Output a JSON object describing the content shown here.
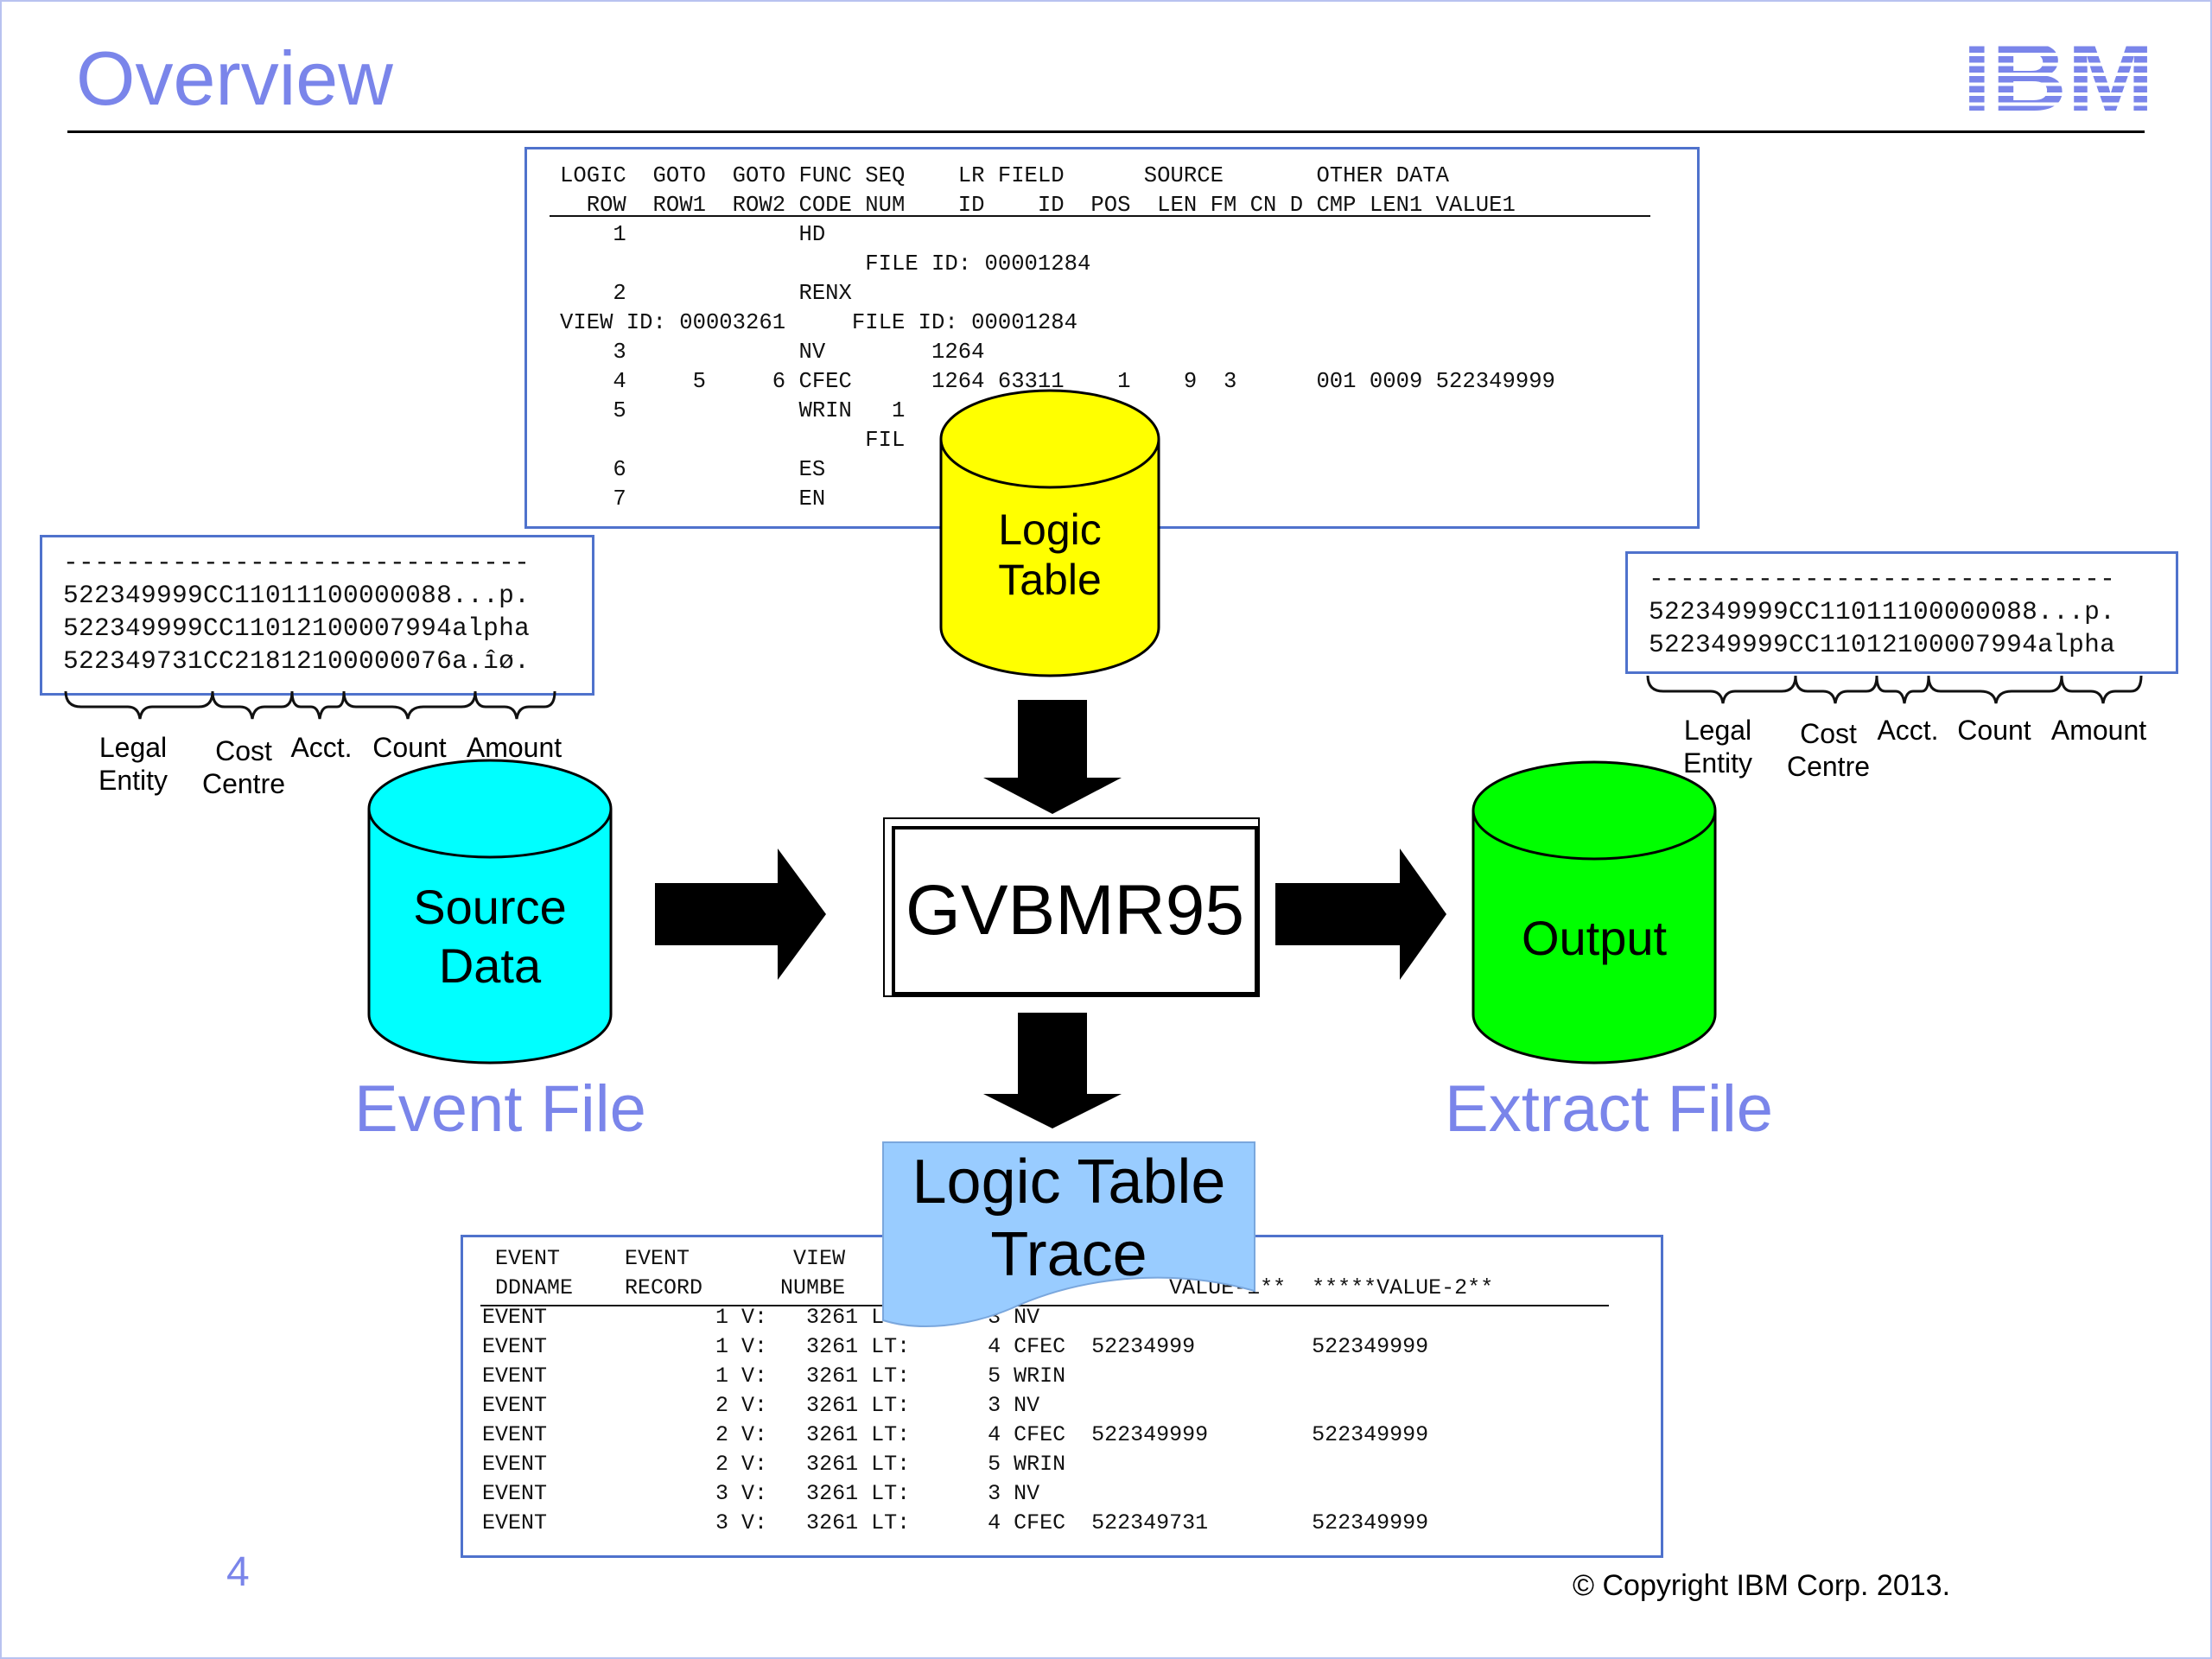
{
  "slide": {
    "title": "Overview",
    "logo_text": "IBM",
    "page_number": "4",
    "copyright": "© Copyright IBM Corp. 2013."
  },
  "logic_table_listing": {
    "lines": [
      "LOGIC  GOTO  GOTO FUNC SEQ    LR FIELD      SOURCE       OTHER DATA",
      "  ROW  ROW1  ROW2 CODE NUM    ID    ID  POS  LEN FM CN D CMP LEN1 VALUE1",
      "    1             HD",
      "                       FILE ID: 00001284",
      "    2             RENX",
      "VIEW ID: 00003261     FILE ID: 00001284",
      "    3             NV        1264",
      "    4     5     6 CFEC      1264 63311    1    9  3      001 0009 522349999",
      "    5             WRIN   1",
      "                       FIL",
      "    6             ES",
      "    7             EN"
    ]
  },
  "source_records": {
    "lines": [
      "------------------------------",
      "522349999CC11011100000088...p.",
      "522349999CC11012100007994alpha",
      "522349731CC21812100000076a.îø."
    ],
    "field_labels": [
      "Legal\nEntity",
      "Cost\nCentre",
      "Acct.",
      "Count",
      "Amount"
    ]
  },
  "output_records": {
    "lines": [
      "------------------------------",
      "522349999CC11011100000088...p.",
      "522349999CC11012100007994alpha"
    ],
    "field_labels": [
      "Legal\nEntity",
      "Cost\nCentre",
      "Acct.",
      "Count",
      "Amount"
    ]
  },
  "diagram": {
    "logic_table_db": "Logic\nTable",
    "source_db": "Source\nData",
    "engine": "GVBMR95",
    "output_db": "Output",
    "trace_doc": "Logic Table\nTrace",
    "event_file_caption": "Event File",
    "extract_file_caption": "Extract File",
    "colors": {
      "logic_table": "#ffff00",
      "source_data": "#00ffff",
      "output": "#00ff00",
      "trace": "#99ccff",
      "caption": "#7a85ea",
      "box_border": "#4f72cc"
    }
  },
  "trace_listing": {
    "lines": [
      " EVENT     EVENT        VIEW",
      " DDNAME    RECORD      NUMBE                         VALUE-1**  *****VALUE-2**",
      "EVENT             1 V:   3261 LT:      3 NV",
      "EVENT             1 V:   3261 LT:      4 CFEC  52234999         522349999",
      "EVENT             1 V:   3261 LT:      5 WRIN",
      "EVENT             2 V:   3261 LT:      3 NV",
      "EVENT             2 V:   3261 LT:      4 CFEC  522349999        522349999",
      "EVENT             2 V:   3261 LT:      5 WRIN",
      "EVENT             3 V:   3261 LT:      3 NV",
      "EVENT             3 V:   3261 LT:      4 CFEC  522349731        522349999"
    ]
  }
}
